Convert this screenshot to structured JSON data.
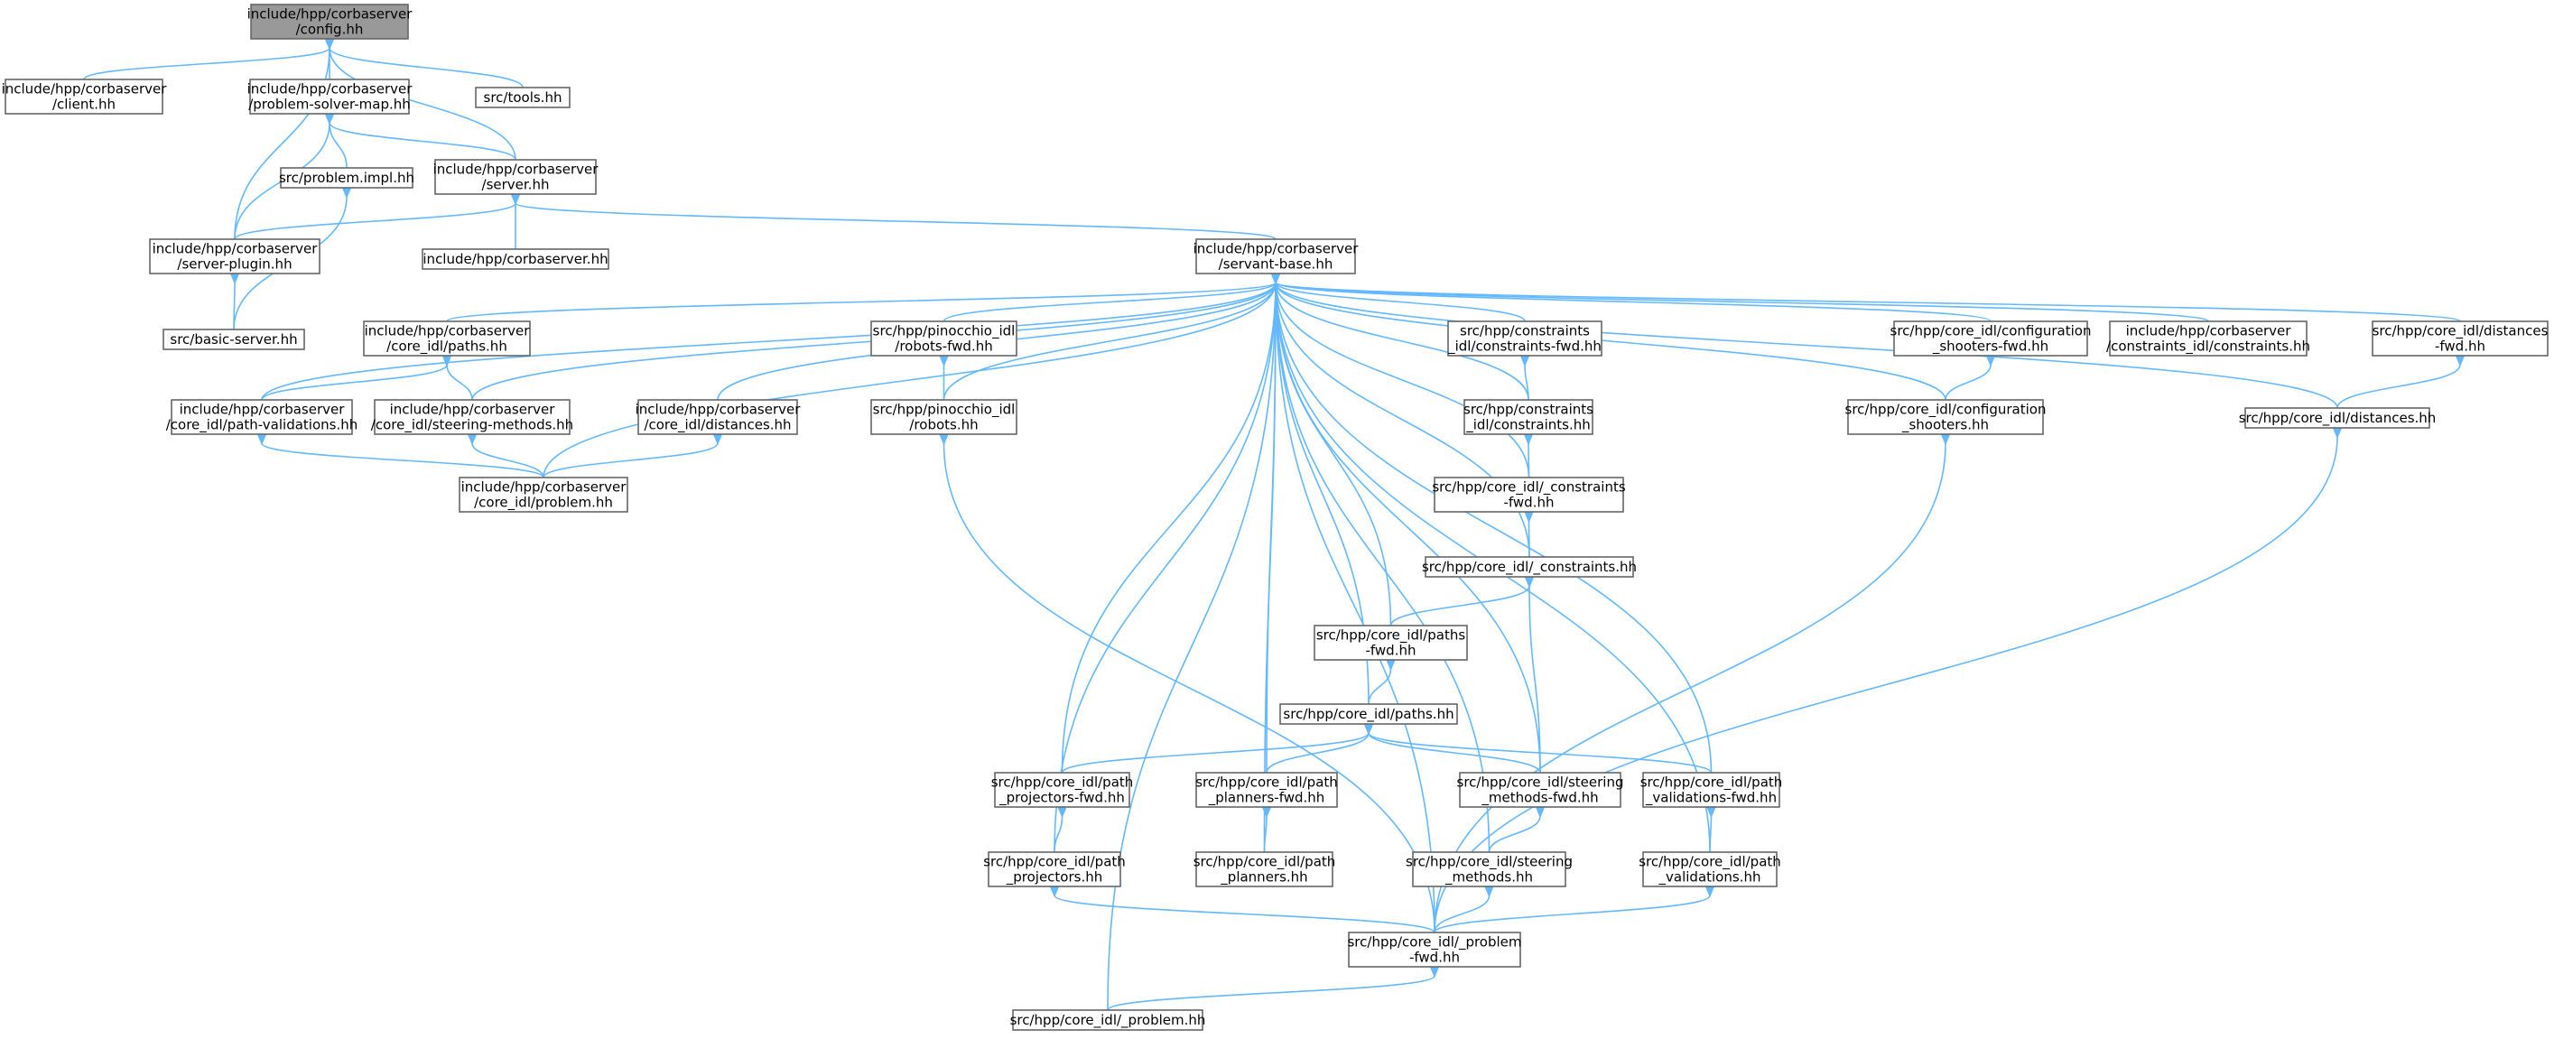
{
  "diagram": {
    "nodes": [
      {
        "id": "config",
        "lines": [
          "include/hpp/corbaserver",
          "/config.hh"
        ],
        "highlight": true
      },
      {
        "id": "client",
        "lines": [
          "include/hpp/corbaserver",
          "/client.hh"
        ]
      },
      {
        "id": "psmap",
        "lines": [
          "include/hpp/corbaserver",
          "/problem-solver-map.hh"
        ]
      },
      {
        "id": "tools",
        "lines": [
          "src/tools.hh"
        ]
      },
      {
        "id": "probimpl",
        "lines": [
          "src/problem.impl.hh"
        ]
      },
      {
        "id": "server",
        "lines": [
          "include/hpp/corbaserver",
          "/server.hh"
        ]
      },
      {
        "id": "splugin",
        "lines": [
          "include/hpp/corbaserver",
          "/server-plugin.hh"
        ]
      },
      {
        "id": "corbaserver",
        "lines": [
          "include/hpp/corbaserver.hh"
        ]
      },
      {
        "id": "basic",
        "lines": [
          "src/basic-server.hh"
        ]
      },
      {
        "id": "servant",
        "lines": [
          "include/hpp/corbaserver",
          "/servant-base.hh"
        ]
      },
      {
        "id": "ipaths",
        "lines": [
          "include/hpp/corbaserver",
          "/core_idl/paths.hh"
        ]
      },
      {
        "id": "ipathval",
        "lines": [
          "include/hpp/corbaserver",
          "/core_idl/path-validations.hh"
        ]
      },
      {
        "id": "isteer",
        "lines": [
          "include/hpp/corbaserver",
          "/core_idl/steering-methods.hh"
        ]
      },
      {
        "id": "idist",
        "lines": [
          "include/hpp/corbaserver",
          "/core_idl/distances.hh"
        ]
      },
      {
        "id": "iproblem",
        "lines": [
          "include/hpp/corbaserver",
          "/core_idl/problem.hh"
        ]
      },
      {
        "id": "pinfwd",
        "lines": [
          "src/hpp/pinocchio_idl",
          "/robots-fwd.hh"
        ]
      },
      {
        "id": "pin",
        "lines": [
          "src/hpp/pinocchio_idl",
          "/robots.hh"
        ]
      },
      {
        "id": "constfwd",
        "lines": [
          "src/hpp/constraints",
          "_idl/constraints-fwd.hh"
        ]
      },
      {
        "id": "const",
        "lines": [
          "src/hpp/constraints",
          "_idl/constraints.hh"
        ]
      },
      {
        "id": "cconstfwd",
        "lines": [
          "src/hpp/core_idl/_constraints",
          "-fwd.hh"
        ]
      },
      {
        "id": "cconst",
        "lines": [
          "src/hpp/core_idl/_constraints.hh"
        ]
      },
      {
        "id": "pathsfwd",
        "lines": [
          "src/hpp/core_idl/paths",
          "-fwd.hh"
        ]
      },
      {
        "id": "paths",
        "lines": [
          "src/hpp/core_idl/paths.hh"
        ]
      },
      {
        "id": "ppfwd",
        "lines": [
          "src/hpp/core_idl/path",
          "_projectors-fwd.hh"
        ]
      },
      {
        "id": "plfwd",
        "lines": [
          "src/hpp/core_idl/path",
          "_planners-fwd.hh"
        ]
      },
      {
        "id": "smfwd",
        "lines": [
          "src/hpp/core_idl/steering",
          "_methods-fwd.hh"
        ]
      },
      {
        "id": "pvfwd",
        "lines": [
          "src/hpp/core_idl/path",
          "_validations-fwd.hh"
        ]
      },
      {
        "id": "pp",
        "lines": [
          "src/hpp/core_idl/path",
          "_projectors.hh"
        ]
      },
      {
        "id": "pl",
        "lines": [
          "src/hpp/core_idl/path",
          "_planners.hh"
        ]
      },
      {
        "id": "sm",
        "lines": [
          "src/hpp/core_idl/steering",
          "_methods.hh"
        ]
      },
      {
        "id": "pv",
        "lines": [
          "src/hpp/core_idl/path",
          "_validations.hh"
        ]
      },
      {
        "id": "probfwd",
        "lines": [
          "src/hpp/core_idl/_problem",
          "-fwd.hh"
        ]
      },
      {
        "id": "prob",
        "lines": [
          "src/hpp/core_idl/_problem.hh"
        ]
      },
      {
        "id": "cfgfwd",
        "lines": [
          "src/hpp/core_idl/configuration",
          "_shooters-fwd.hh"
        ]
      },
      {
        "id": "icconst",
        "lines": [
          "include/hpp/corbaserver",
          "/constraints_idl/constraints.hh"
        ]
      },
      {
        "id": "distfwd",
        "lines": [
          "src/hpp/core_idl/distances",
          "-fwd.hh"
        ]
      },
      {
        "id": "cfg",
        "lines": [
          "src/hpp/core_idl/configuration",
          "_shooters.hh"
        ]
      },
      {
        "id": "dist",
        "lines": [
          "src/hpp/core_idl/distances.hh"
        ]
      }
    ],
    "edges": [
      [
        "client",
        "config"
      ],
      [
        "psmap",
        "config"
      ],
      [
        "tools",
        "config"
      ],
      [
        "server",
        "config"
      ],
      [
        "splugin",
        "config"
      ],
      [
        "probimpl",
        "psmap"
      ],
      [
        "server",
        "psmap"
      ],
      [
        "splugin",
        "psmap"
      ],
      [
        "basic",
        "probimpl"
      ],
      [
        "splugin",
        "server"
      ],
      [
        "corbaserver",
        "server"
      ],
      [
        "servant",
        "server"
      ],
      [
        "basic",
        "splugin"
      ],
      [
        "ipaths",
        "servant"
      ],
      [
        "ipathval",
        "servant"
      ],
      [
        "isteer",
        "servant"
      ],
      [
        "idist",
        "servant"
      ],
      [
        "iproblem",
        "servant"
      ],
      [
        "pinfwd",
        "servant"
      ],
      [
        "pin",
        "servant"
      ],
      [
        "prob",
        "servant"
      ],
      [
        "pp",
        "servant"
      ],
      [
        "ppfwd",
        "servant"
      ],
      [
        "pl",
        "servant"
      ],
      [
        "plfwd",
        "servant"
      ],
      [
        "probfwd",
        "servant"
      ],
      [
        "paths",
        "servant"
      ],
      [
        "pathsfwd",
        "servant"
      ],
      [
        "sm",
        "servant"
      ],
      [
        "smfwd",
        "servant"
      ],
      [
        "constfwd",
        "servant"
      ],
      [
        "const",
        "servant"
      ],
      [
        "cconstfwd",
        "servant"
      ],
      [
        "cconst",
        "servant"
      ],
      [
        "pvfwd",
        "servant"
      ],
      [
        "pv",
        "servant"
      ],
      [
        "cfgfwd",
        "servant"
      ],
      [
        "cfg",
        "servant"
      ],
      [
        "icconst",
        "servant"
      ],
      [
        "distfwd",
        "servant"
      ],
      [
        "dist",
        "servant"
      ],
      [
        "ipathval",
        "ipaths"
      ],
      [
        "isteer",
        "ipaths"
      ],
      [
        "iproblem",
        "ipathval"
      ],
      [
        "iproblem",
        "isteer"
      ],
      [
        "iproblem",
        "idist"
      ],
      [
        "pin",
        "pinfwd"
      ],
      [
        "probfwd",
        "pin"
      ],
      [
        "const",
        "constfwd"
      ],
      [
        "cconstfwd",
        "const"
      ],
      [
        "cconst",
        "cconstfwd"
      ],
      [
        "pathsfwd",
        "cconst"
      ],
      [
        "smfwd",
        "cconst"
      ],
      [
        "paths",
        "pathsfwd"
      ],
      [
        "ppfwd",
        "paths"
      ],
      [
        "plfwd",
        "paths"
      ],
      [
        "smfwd",
        "paths"
      ],
      [
        "pvfwd",
        "paths"
      ],
      [
        "pp",
        "ppfwd"
      ],
      [
        "pl",
        "plfwd"
      ],
      [
        "sm",
        "smfwd"
      ],
      [
        "pv",
        "pvfwd"
      ],
      [
        "probfwd",
        "pp"
      ],
      [
        "probfwd",
        "sm"
      ],
      [
        "probfwd",
        "pv"
      ],
      [
        "prob",
        "probfwd"
      ],
      [
        "cfg",
        "cfgfwd"
      ],
      [
        "probfwd",
        "cfg"
      ],
      [
        "dist",
        "distfwd"
      ],
      [
        "probfwd",
        "dist"
      ]
    ]
  }
}
